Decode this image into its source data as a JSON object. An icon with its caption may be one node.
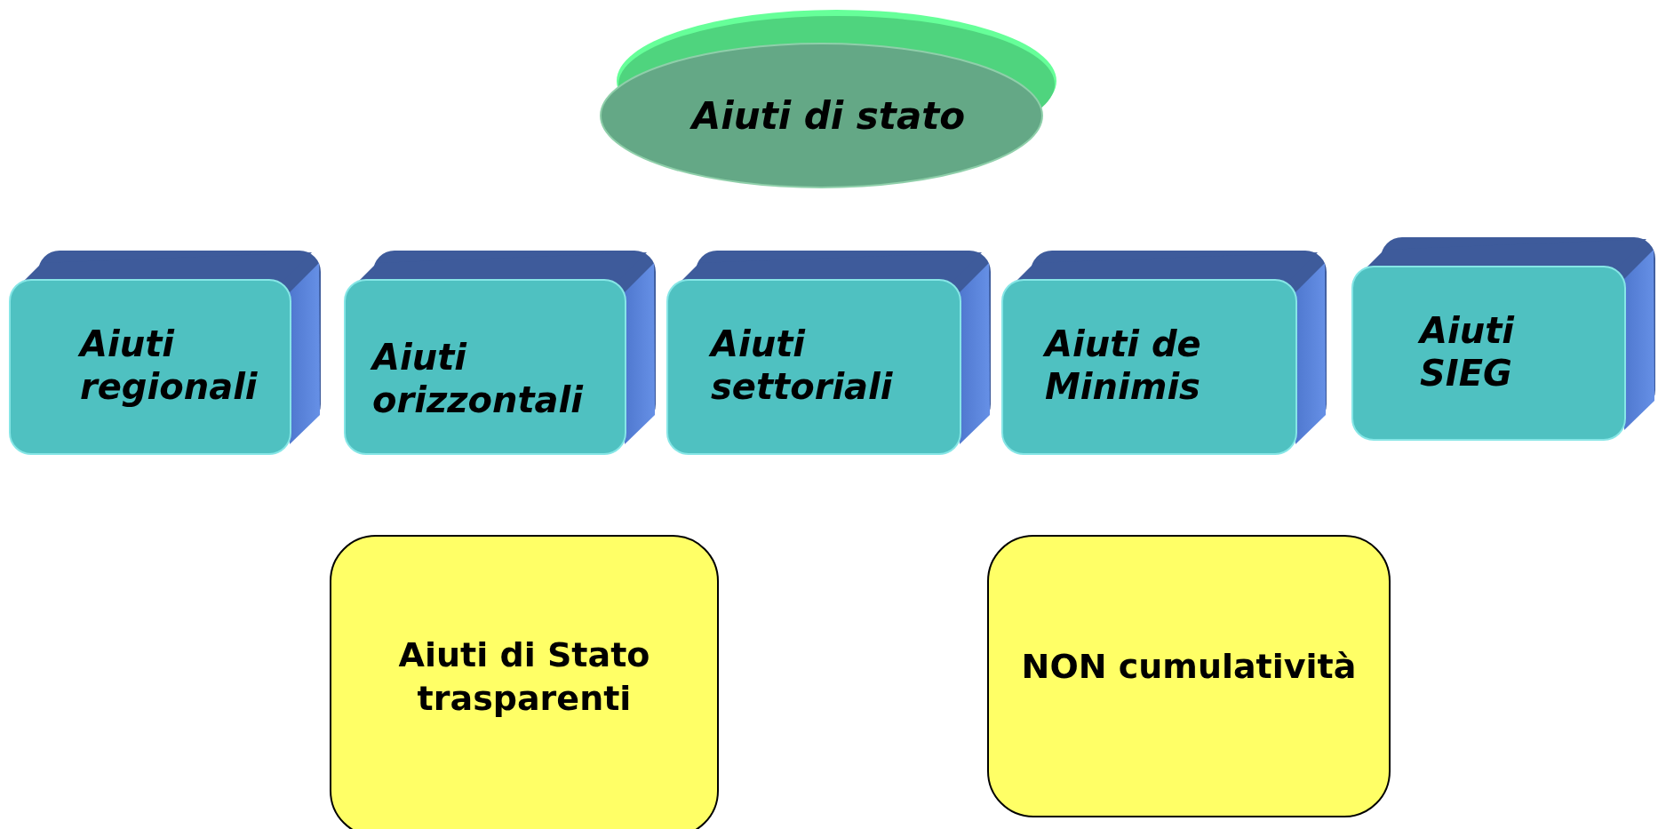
{
  "diagram": {
    "nodes": [
      {
        "text": [
          "Aiuti di stato"
        ]
      },
      {
        "text": [
          "Aiuti regionali"
        ]
      },
      {
        "text": [
          "Aiuti orizzontali"
        ]
      },
      {
        "text": [
          "Aiuti settoriali"
        ]
      },
      {
        "text": [
          "Aiuti de Minimis"
        ]
      },
      {
        "text": [
          "Aiuti SIEG"
        ]
      },
      {
        "text": [
          "Aiuti di Stato trasparenti"
        ]
      },
      {
        "text": [
          "NON cumulatività"
        ]
      }
    ]
  }
}
